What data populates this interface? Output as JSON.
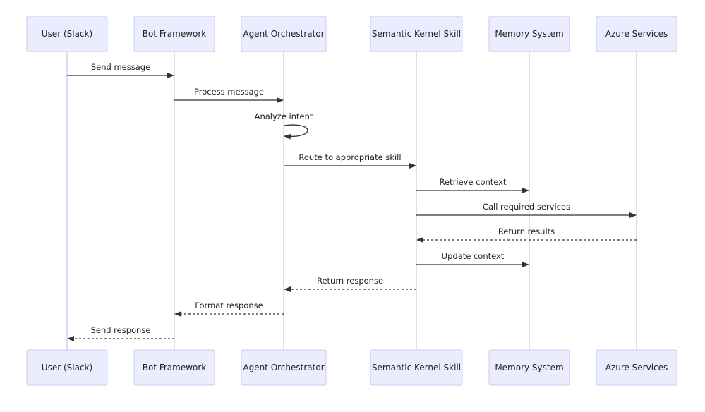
{
  "participants": [
    {
      "id": "user",
      "label": "User (Slack)"
    },
    {
      "id": "bot",
      "label": "Bot Framework"
    },
    {
      "id": "orch",
      "label": "Agent Orchestrator"
    },
    {
      "id": "sk",
      "label": "Semantic Kernel Skill"
    },
    {
      "id": "mem",
      "label": "Memory System"
    },
    {
      "id": "azure",
      "label": "Azure Services"
    }
  ],
  "messages": [
    {
      "from": "user",
      "to": "bot",
      "label": "Send message",
      "style": "solid"
    },
    {
      "from": "bot",
      "to": "orch",
      "label": "Process message",
      "style": "solid"
    },
    {
      "from": "orch",
      "to": "orch",
      "label": "Analyze intent",
      "style": "solid"
    },
    {
      "from": "orch",
      "to": "sk",
      "label": "Route to appropriate skill",
      "style": "solid"
    },
    {
      "from": "sk",
      "to": "mem",
      "label": "Retrieve context",
      "style": "solid"
    },
    {
      "from": "sk",
      "to": "azure",
      "label": "Call required services",
      "style": "solid"
    },
    {
      "from": "azure",
      "to": "sk",
      "label": "Return results",
      "style": "dashed"
    },
    {
      "from": "sk",
      "to": "mem",
      "label": "Update context",
      "style": "solid"
    },
    {
      "from": "sk",
      "to": "orch",
      "label": "Return response",
      "style": "dashed"
    },
    {
      "from": "orch",
      "to": "bot",
      "label": "Format response",
      "style": "dashed"
    },
    {
      "from": "bot",
      "to": "user",
      "label": "Send response",
      "style": "dashed"
    }
  ],
  "colors": {
    "actor_fill": "#ececff",
    "actor_border": "#cbcbf0",
    "lifeline": "#c5c5ee",
    "message": "#333333"
  }
}
